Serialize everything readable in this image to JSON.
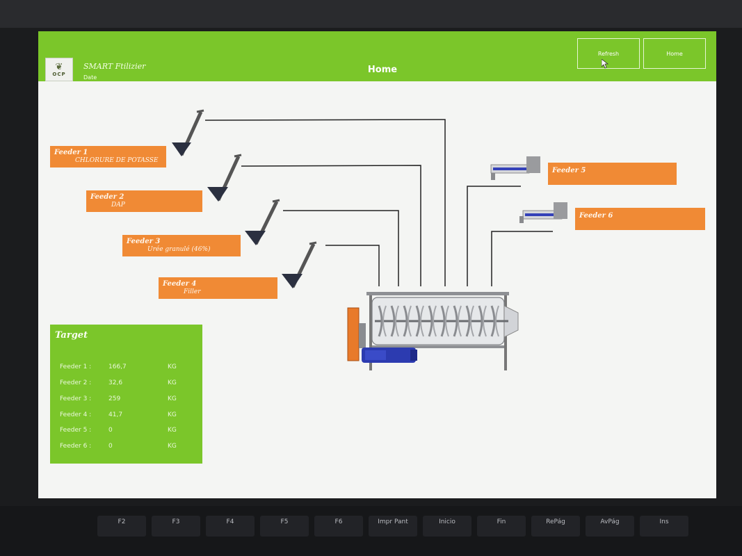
{
  "app": {
    "title": "SMART Ftilizier",
    "date_label": "Date",
    "logo_text": "OCP",
    "page_title": "Home"
  },
  "header_buttons": [
    {
      "label": "Refresh"
    },
    {
      "label": "Home"
    }
  ],
  "feeders": [
    {
      "name": "Feeder 1",
      "material": "CHLORURE DE POTASSE"
    },
    {
      "name": "Feeder 2",
      "material": "DAP"
    },
    {
      "name": "Feeder 3",
      "material": "Urée granulé (46%)"
    },
    {
      "name": "Feeder 4",
      "material": "Filler"
    },
    {
      "name": "Feeder 5",
      "material": ""
    },
    {
      "name": "Feeder 6",
      "material": ""
    }
  ],
  "target": {
    "title": "Target",
    "rows": [
      {
        "label": "Feeder 1 :",
        "value": "166,7",
        "unit": "KG"
      },
      {
        "label": "Feeder 2 :",
        "value": "32,6",
        "unit": "KG"
      },
      {
        "label": "Feeder 3 :",
        "value": "259",
        "unit": "KG"
      },
      {
        "label": "Feeder 4 :",
        "value": "41,7",
        "unit": "KG"
      },
      {
        "label": "Feeder 5 :",
        "value": "0",
        "unit": "KG"
      },
      {
        "label": "Feeder 6 :",
        "value": "0",
        "unit": "KG"
      }
    ]
  },
  "keyboard_keys": [
    "F2",
    "F3",
    "F4",
    "F5",
    "F6",
    "Impr Pant",
    "Inicio",
    "Fin",
    "RePág",
    "AvPág",
    "Ins"
  ],
  "colors": {
    "header_green": "#7bc62a",
    "feeder_orange": "#f08a35",
    "motor_blue": "#2c3bb0",
    "line": "#222222"
  }
}
